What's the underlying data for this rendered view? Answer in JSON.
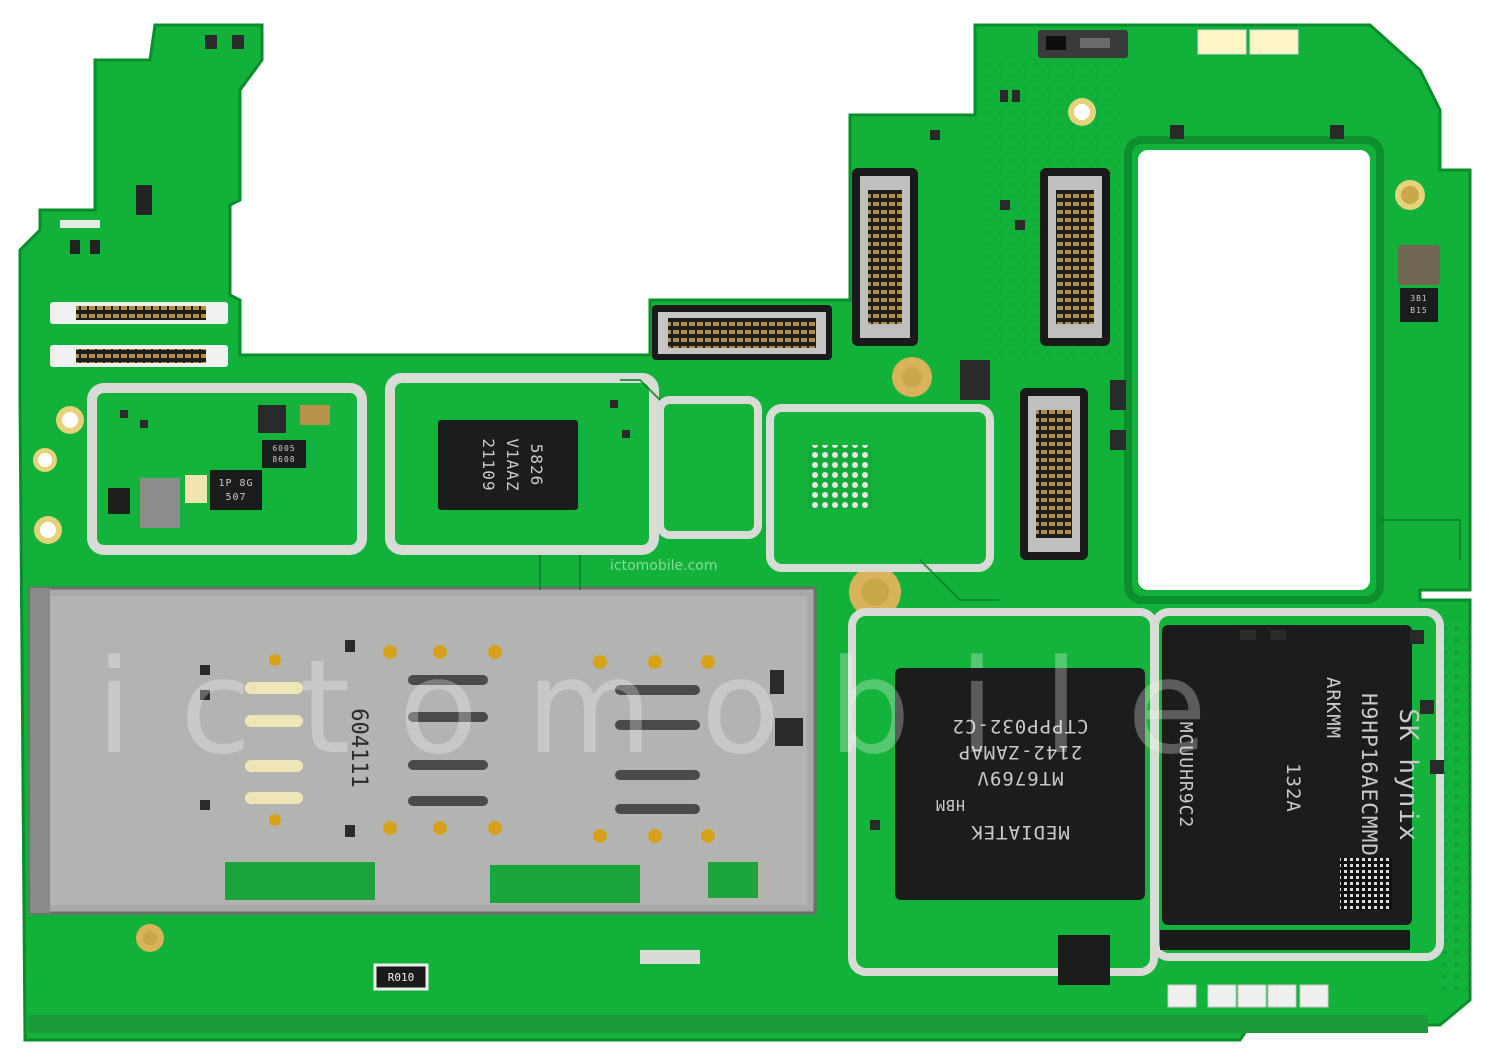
{
  "board": {
    "pcb_color": "#12b13a",
    "pcb_dark": "#0c8f2c",
    "copper": "#c8a24a",
    "shield": "#d9dcd6",
    "chip": "#1b1c1e"
  },
  "chips": {
    "soc": {
      "line1": "MEDIATEK",
      "line2": "MT6769V",
      "line3": "2142-ZAMAP",
      "line4": "CTPPP032-C2",
      "line5": "HBM"
    },
    "memory": {
      "line1": "SK hynix",
      "line2": "H9HP16AECMMD",
      "line3": "ARKMM",
      "line4": "132A",
      "line5": "MCUUHR9C2"
    },
    "pmic_left": {
      "line1": "5826",
      "line2": "V1AAZ",
      "line3": "21109"
    },
    "small_chip": {
      "line1": "1P 8G",
      "line2": "507"
    },
    "corner_chip": {
      "line1": "3B1",
      "line2": "B15"
    },
    "tiny_chip": {
      "line1": "6005",
      "line2": "8608"
    }
  },
  "sim_tray": {
    "label": "604111"
  },
  "resistor": {
    "label": "R010"
  },
  "watermark": {
    "text": "ictomobile",
    "small": "ictomobile.com"
  }
}
